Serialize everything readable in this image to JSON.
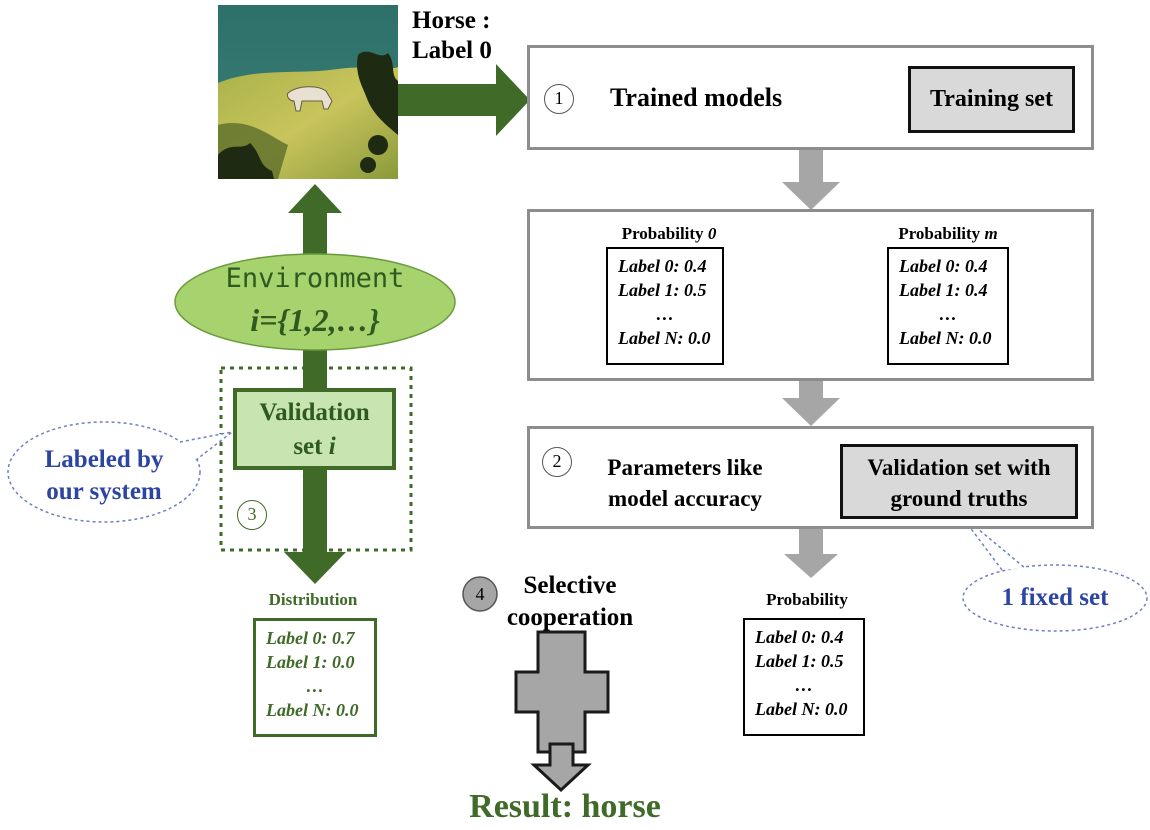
{
  "colors": {
    "dark_green": "#3f6a27",
    "env_fill": "#a6d36e",
    "valset_fill": "#c8e4b1",
    "grey_arrow": "#a6a6a6",
    "grey_box": "#d9d9d9",
    "blue_text": "#2c45a3",
    "bubble_border": "#6f7fc4"
  },
  "image": {
    "icon": "horse-grazing-photo"
  },
  "input_label": {
    "line1": "Horse :",
    "line2": "Label 0"
  },
  "stage1": {
    "number": "1",
    "title": "Trained models",
    "source": "Training set"
  },
  "probabilities": {
    "left": {
      "title_prefix": "Probability ",
      "title_var": "0",
      "rows": [
        "Label 0:  0.4",
        "Label 1:  0.5",
        "…",
        "Label N: 0.0"
      ]
    },
    "right": {
      "title_prefix": "Probability ",
      "title_var": "m",
      "rows": [
        "Label 0:  0.4",
        "Label 1:  0.4",
        "…",
        "Label N: 0.0"
      ]
    },
    "ellipsis_icon": "three-circles"
  },
  "stage2": {
    "number": "2",
    "title_line1": "Parameters like",
    "title_line2": "model accuracy",
    "source_line1": "Validation set with",
    "source_line2": "ground truths"
  },
  "fixed_set_callout": "1 fixed set",
  "output_probability": {
    "title": "Probability",
    "rows": [
      "Label 0:  0.4",
      "Label 1:  0.5",
      "…",
      "Label N: 0.0"
    ]
  },
  "environment": {
    "title": "Environment",
    "set_expr": "i={1,2,…}"
  },
  "validation_set": {
    "line1": "Validation",
    "line2_prefix": "set ",
    "line2_var": "i"
  },
  "labeled_callout": {
    "line1": "Labeled by",
    "line2": "our system"
  },
  "stage3": {
    "number": "3"
  },
  "distribution": {
    "title": "Distribution",
    "rows": [
      "Label 0:  0.7",
      "Label 1:  0.0",
      "…",
      "Label N: 0.0"
    ]
  },
  "stage4": {
    "number": "4",
    "title_line1": "Selective",
    "title_line2": "cooperation"
  },
  "result": "Result: horse"
}
